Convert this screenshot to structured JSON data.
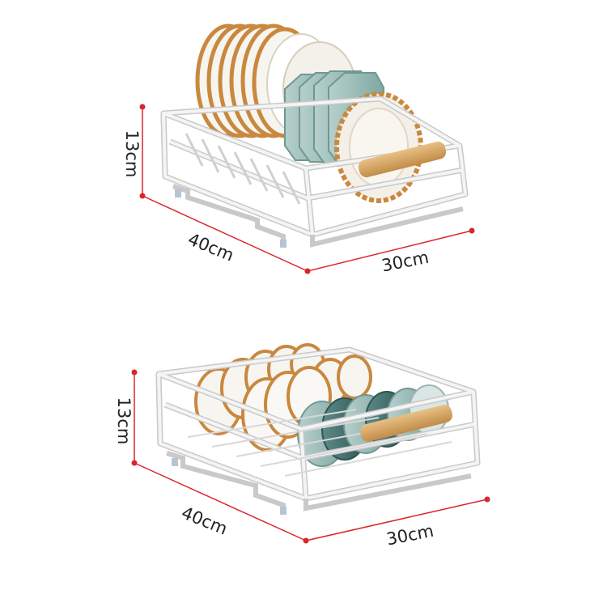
{
  "colors": {
    "dimension_line": "#d9262b",
    "rack_wire": "#f4f4f4",
    "rack_outline": "#c9c9c9",
    "plate_rim": "#c9883e",
    "plate_body": "#f7f5f0",
    "teal_plate": "#9fbdb8",
    "teal_dark": "#3f6c6b",
    "wood_handle": "#d9a862"
  },
  "top_rack": {
    "height_label": "13cm",
    "length_label": "40cm",
    "width_label": "30cm",
    "contents": "plates"
  },
  "bottom_rack": {
    "height_label": "13cm",
    "length_label": "40cm",
    "width_label": "30cm",
    "contents": "bowls"
  }
}
